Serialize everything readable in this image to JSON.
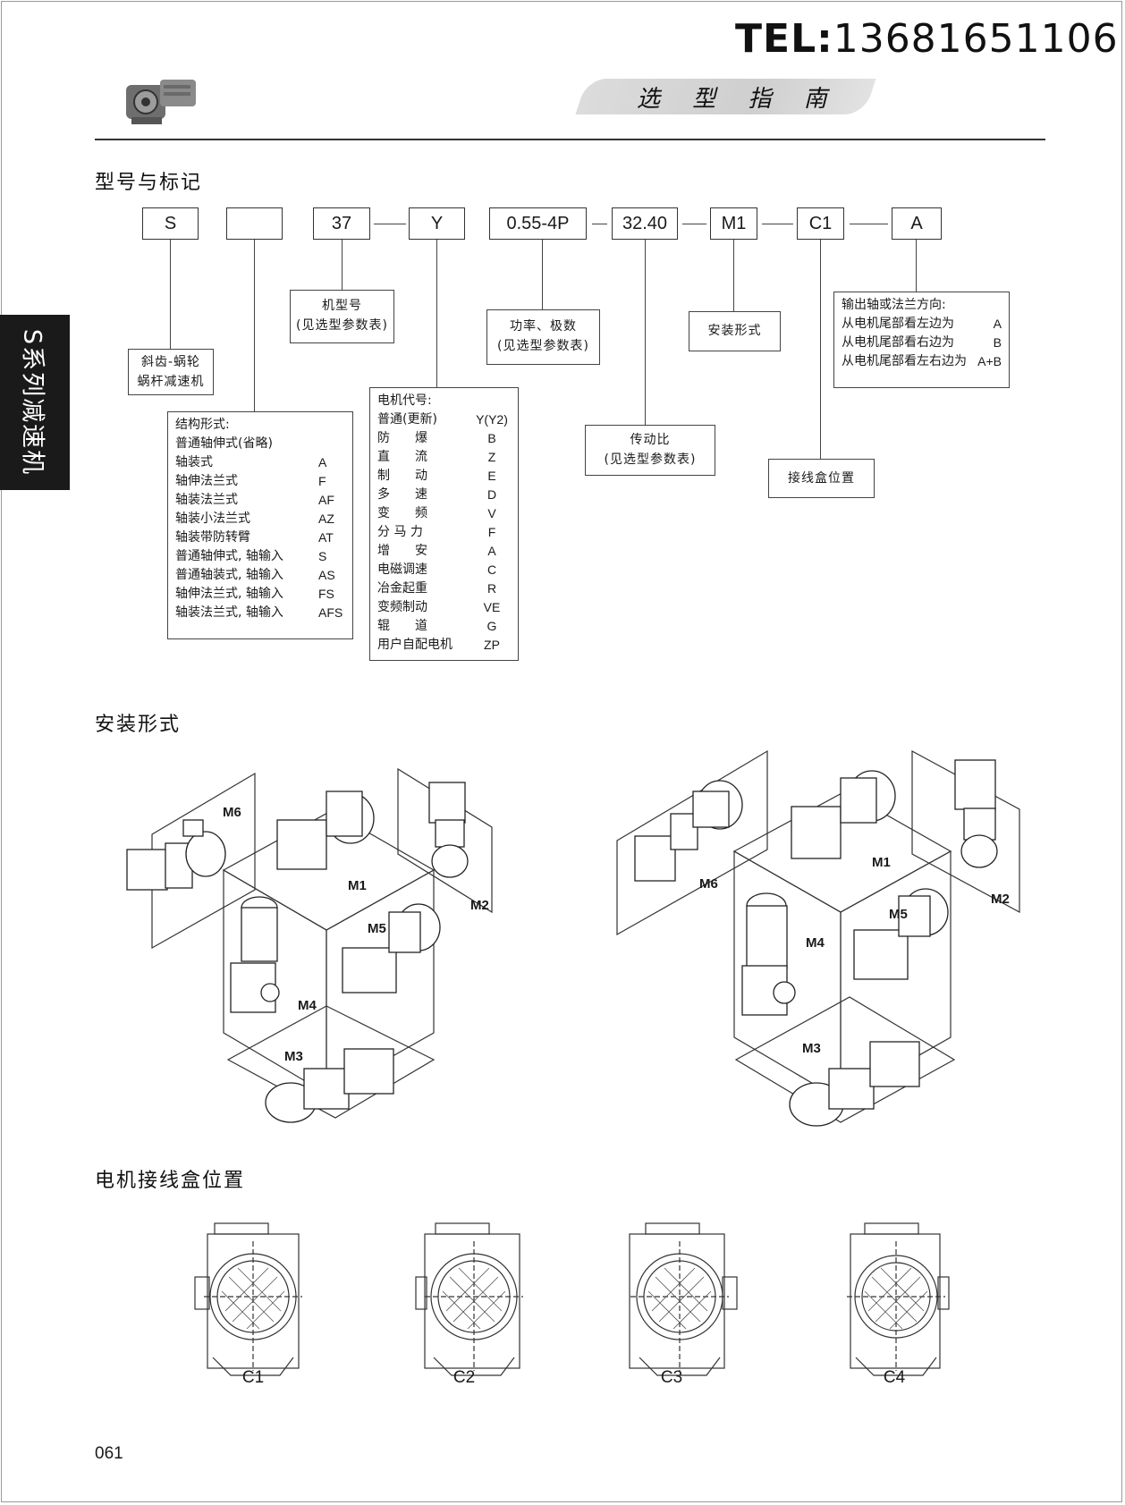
{
  "header": {
    "tel_label": "TEL:",
    "tel_number": "13681651106",
    "guide_title": "选 型 指 南",
    "side_tab": "S系列减速机"
  },
  "sections": {
    "model": "型号与标记",
    "mounting": "安装形式",
    "terminal": "电机接线盒位置"
  },
  "code_boxes": [
    "S",
    "",
    "37",
    "Y",
    "0.55-4P",
    "32.40",
    "M1",
    "C1",
    "A"
  ],
  "notes": {
    "series": [
      "斜齿-蜗轮",
      "蜗杆减速机"
    ],
    "frame_size": [
      "机型号",
      "(见选型参数表)"
    ],
    "power": [
      "功率、极数",
      "(见选型参数表)"
    ],
    "mounting_form": "安装形式",
    "ratio": [
      "传动比",
      "(见选型参数表)"
    ],
    "terminal_pos": "接线盒位置"
  },
  "output_dir": {
    "title": "输出轴或法兰方向:",
    "rows": [
      {
        "label": "从电机尾部看左边为",
        "code": "A"
      },
      {
        "label": "从电机尾部看右边为",
        "code": "B"
      },
      {
        "label": "从电机尾部看左右边为",
        "code": "A+B"
      }
    ]
  },
  "structure": {
    "title": "结构形式:",
    "rows": [
      {
        "label": "普通轴伸式(省略)",
        "code": ""
      },
      {
        "label": "轴装式",
        "code": "A"
      },
      {
        "label": "轴伸法兰式",
        "code": "F"
      },
      {
        "label": "轴装法兰式",
        "code": "AF"
      },
      {
        "label": "轴装小法兰式",
        "code": "AZ"
      },
      {
        "label": "轴装带防转臂",
        "code": "AT"
      },
      {
        "label": "普通轴伸式, 轴输入",
        "code": "S"
      },
      {
        "label": "普通轴装式, 轴输入",
        "code": "AS"
      },
      {
        "label": "轴伸法兰式, 轴输入",
        "code": "FS"
      },
      {
        "label": "轴装法兰式, 轴输入",
        "code": "AFS"
      }
    ]
  },
  "motor": {
    "title": "电机代号:",
    "rows": [
      {
        "label": "普通(更新)",
        "code": "Y(Y2)"
      },
      {
        "label": "防　　爆",
        "code": "B"
      },
      {
        "label": "直　　流",
        "code": "Z"
      },
      {
        "label": "制　　动",
        "code": "E"
      },
      {
        "label": "多　　速",
        "code": "D"
      },
      {
        "label": "变　　频",
        "code": "V"
      },
      {
        "label": "分 马 力",
        "code": "F"
      },
      {
        "label": "增　　安",
        "code": "A"
      },
      {
        "label": "电磁调速",
        "code": "C"
      },
      {
        "label": "冶金起重",
        "code": "R"
      },
      {
        "label": "变频制动",
        "code": "VE"
      },
      {
        "label": "辊　　道",
        "code": "G"
      },
      {
        "label": "用户自配电机",
        "code": "ZP"
      }
    ]
  },
  "mount_labels": [
    "M1",
    "M2",
    "M3",
    "M4",
    "M5",
    "M6"
  ],
  "terminal_labels": [
    "C1",
    "C2",
    "C3",
    "C4"
  ],
  "page_number": "061"
}
